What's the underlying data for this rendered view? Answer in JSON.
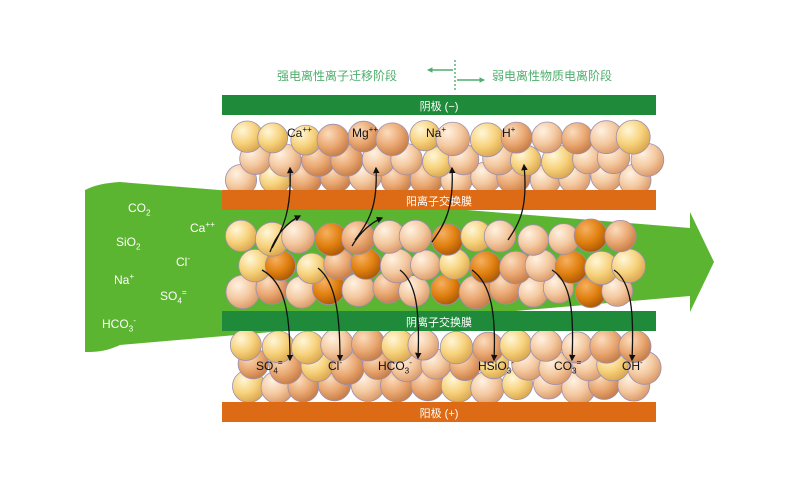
{
  "legend": {
    "strong_stage": "强电离性离子迁移阶段",
    "weak_stage": "弱电离性物质电离阶段"
  },
  "electrodes": {
    "cathode": "阴极 (−)",
    "anode": "阳极 (+)"
  },
  "membranes": {
    "cation_membrane": "阳离子交换膜",
    "anion_membrane": "阴离子交换膜"
  },
  "feed_ions": [
    {
      "base": "CO",
      "sub": "2",
      "sup": ""
    },
    {
      "base": "Ca",
      "sub": "",
      "sup": "++"
    },
    {
      "base": "SiO",
      "sub": "2",
      "sup": ""
    },
    {
      "base": "Cl",
      "sub": "",
      "sup": "-"
    },
    {
      "base": "Na",
      "sub": "",
      "sup": "+"
    },
    {
      "base": "SO",
      "sub": "4",
      "sup": "="
    },
    {
      "base": "HCO",
      "sub": "3",
      "sup": "-"
    }
  ],
  "cation_ions": [
    {
      "base": "Ca",
      "sub": "",
      "sup": "++"
    },
    {
      "base": "Mg",
      "sub": "",
      "sup": "++"
    },
    {
      "base": "Na",
      "sub": "",
      "sup": "+"
    },
    {
      "base": "H",
      "sub": "",
      "sup": "+"
    }
  ],
  "anion_ions": [
    {
      "base": "SO",
      "sub": "4",
      "sup": "="
    },
    {
      "base": "Cl",
      "sub": "",
      "sup": "-"
    },
    {
      "base": "HCO",
      "sub": "3",
      "sup": "-"
    },
    {
      "base": "HSiO",
      "sub": "3",
      "sup": "-"
    },
    {
      "base": "CO",
      "sub": "3",
      "sup": "="
    },
    {
      "base": "OH",
      "sub": "",
      "sup": "-"
    }
  ],
  "colors": {
    "flow_green": "#5cb531",
    "cathode_green": "#1f8a3a",
    "membrane_orange": "#dd6a14",
    "bead_light": "#f2c49a",
    "bead_mid": "#e9a56e",
    "bead_yellow": "#f6d27a",
    "bead_dark": "#e07f10",
    "legend_text": "#4fae6d"
  }
}
